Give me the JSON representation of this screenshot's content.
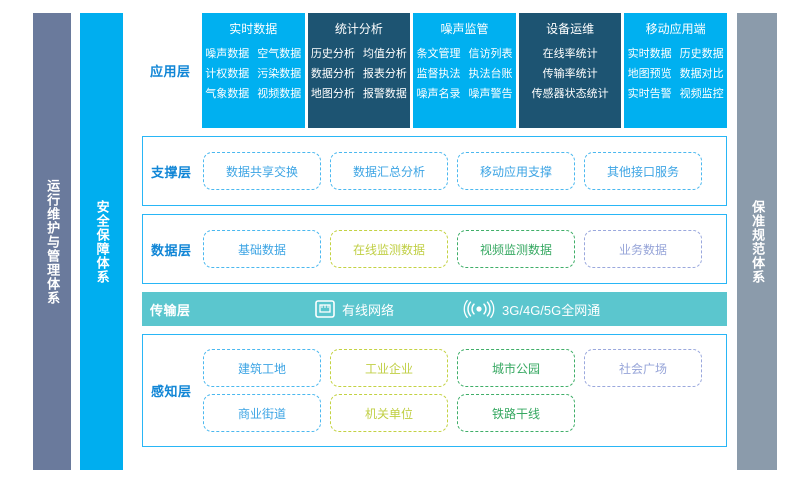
{
  "sidebars": {
    "left_outer": "运行维护与管理体系",
    "left_inner": "安全保障体系",
    "right_outer": "保准规范体系"
  },
  "layers": {
    "application": {
      "label": "应用层",
      "columns": [
        {
          "title": "实时数据",
          "style": "light",
          "items": [
            "噪声数据",
            "空气数据",
            "计权数据",
            "污染数据",
            "气象数据",
            "视频数据"
          ]
        },
        {
          "title": "统计分析",
          "style": "dark",
          "items": [
            "历史分析",
            "均值分析",
            "数据分析",
            "报表分析",
            "地图分析",
            "报警数据"
          ]
        },
        {
          "title": "噪声监管",
          "style": "light",
          "items": [
            "条文管理",
            "信访列表",
            "监督执法",
            "执法台账",
            "噪声名录",
            "噪声警告"
          ]
        },
        {
          "title": "设备运维",
          "style": "dark",
          "single": true,
          "items": [
            "在线率统计",
            "传输率统计",
            "传感器状态统计"
          ]
        },
        {
          "title": "移动应用端",
          "style": "light",
          "items": [
            "实时数据",
            "历史数据",
            "地图预览",
            "数据对比",
            "实时告警",
            "视频监控"
          ]
        }
      ]
    },
    "support": {
      "label": "支撑层",
      "boxes": [
        {
          "text": "数据共享交换",
          "color": "blue"
        },
        {
          "text": "数据汇总分析",
          "color": "blue"
        },
        {
          "text": "移动应用支撑",
          "color": "blue"
        },
        {
          "text": "其他接口服务",
          "color": "blue"
        }
      ]
    },
    "data": {
      "label": "数据层",
      "boxes": [
        {
          "text": "基础数据",
          "color": "blue"
        },
        {
          "text": "在线监测数据",
          "color": "olive"
        },
        {
          "text": "视频监测数据",
          "color": "green"
        },
        {
          "text": "业务数据",
          "color": "purple"
        }
      ]
    },
    "transmission": {
      "label": "传输层",
      "items": [
        {
          "icon": "ethernet-port-icon",
          "text": "有线网络"
        },
        {
          "icon": "wireless-signal-icon",
          "text": "3G/4G/5G全网通"
        }
      ]
    },
    "perception": {
      "label": "感知层",
      "boxes": [
        {
          "text": "建筑工地",
          "color": "blue"
        },
        {
          "text": "工业企业",
          "color": "olive"
        },
        {
          "text": "城市公园",
          "color": "green"
        },
        {
          "text": "社会广场",
          "color": "purple"
        },
        {
          "text": "商业街道",
          "color": "blue"
        },
        {
          "text": "机关单位",
          "color": "olive"
        },
        {
          "text": "铁路干线",
          "color": "green"
        }
      ]
    }
  },
  "colors": {
    "accent_blue": "#00b0f0",
    "dark_blue": "#1d5472",
    "teal": "#5bc6ce",
    "slate_left": "#6a7a9c",
    "slate_right": "#8b9bab",
    "olive": "#c3d242",
    "green": "#3fae68",
    "purple": "#9aa8dd"
  }
}
